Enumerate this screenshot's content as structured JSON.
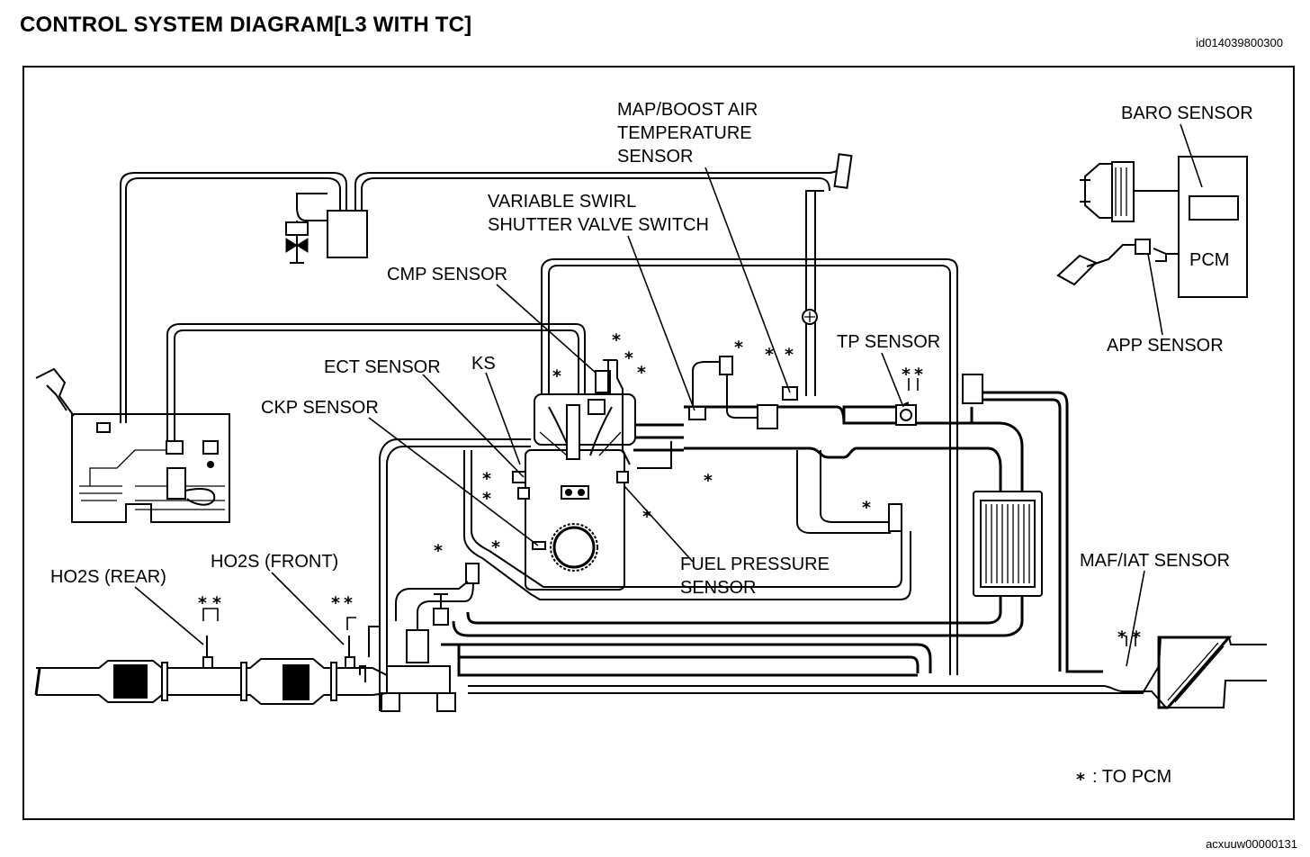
{
  "header": {
    "title": "CONTROL SYSTEM DIAGRAM[L3 WITH TC]",
    "doc_id": "id014039800300"
  },
  "footer": {
    "figure_id": "acxuuw00000131"
  },
  "legend": {
    "symbol": "*",
    "text": ": TO PCM"
  },
  "labels": {
    "map_sensor_1": "MAP/BOOST AIR",
    "map_sensor_2": "TEMPERATURE",
    "map_sensor_3": "SENSOR",
    "baro_sensor": "BARO SENSOR",
    "pcm": "PCM",
    "app_sensor": "APP SENSOR",
    "swirl_1": "VARIABLE SWIRL",
    "swirl_2": "SHUTTER VALVE SWITCH",
    "cmp_sensor": "CMP SENSOR",
    "tp_sensor": "TP SENSOR",
    "ect_sensor": "ECT SENSOR",
    "ks": "KS",
    "ckp_sensor": "CKP SENSOR",
    "fuel_pressure_1": "FUEL PRESSURE",
    "fuel_pressure_2": "SENSOR",
    "maf_iat_sensor": "MAF/IAT SENSOR",
    "ho2s_rear": "HO2S (REAR)",
    "ho2s_front": "HO2S (FRONT)"
  },
  "asterisk": "*"
}
